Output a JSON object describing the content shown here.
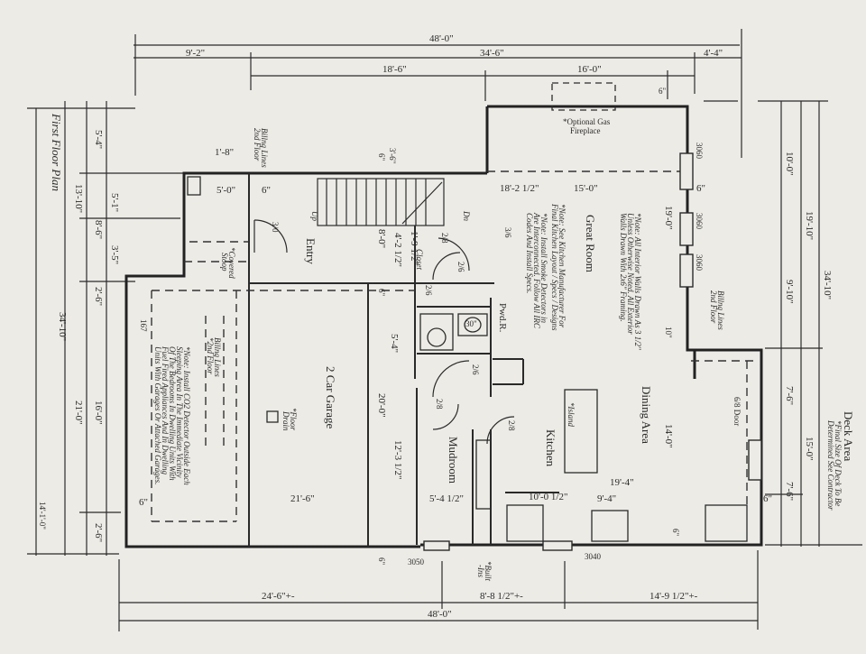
{
  "sheet_title": "First Floor Plan",
  "rooms": {
    "great_room": "Great Room",
    "dining_area": "Dining Area",
    "kitchen": "Kitchen",
    "island": "*Island",
    "mudroom": "Mudroom",
    "garage": "2 Car Garage",
    "pwd_r": "Pwd.R.",
    "entry": "Entry",
    "deck_area": "Deck Area",
    "closet": "Closet"
  },
  "labels": {
    "fireplace_1": "*Optional Gas",
    "fireplace_2": "Fireplace",
    "billing_2nd_floor_a1": "2nd Floor",
    "billing_2nd_floor_a2": "Billng Lines",
    "billing_2nd_floor_b1": "*2nd Floor",
    "billing_2nd_floor_b2": "Billng Lines",
    "billing_2nd_floor_c1": "2nd Floor",
    "billing_2nd_floor_c2": "Billng Lines",
    "covered_stoop_1": "*Covered",
    "covered_stoop_2": "Stoop",
    "floor_drain_1": "*Floor",
    "floor_drain_2": "Drain",
    "deck_note_1": "*Final Size Of Deck To Be",
    "deck_note_2": "Determined See Contractor",
    "built_ins_1": "*Built",
    "built_ins_2": "-Ins",
    "up": "Up",
    "dn": "Dn"
  },
  "notes": {
    "walls": [
      "*Note: All Interior Walls Drawn As 3 1/2\"",
      "Unless Otherwise Noted. All Exterior",
      "Walls Drawn With 2x6\" Framing."
    ],
    "kitchen": [
      "*Note: See Kitchen Manufacturer For",
      "Final Kitchen Layout / Specs / Designs"
    ],
    "smoke": [
      "*Note: Install Smoke Detectors in",
      "Are Interconnected. Follow All IRC",
      "Codes And Install Specs."
    ],
    "co2": [
      "*Note: Install CO2 Detector Outside Each",
      "Sleeping Area In The Immediate Vicinity",
      "Of The Bedrooms In Dwelling Units With",
      "Fuel Fired Appliances And In Dwelling",
      "Units With Garages Or Attached Garages."
    ]
  },
  "dimensions": {
    "overall_top": "48'-0\"",
    "top_a": "9'-2\"",
    "top_b": "34'-6\"",
    "top_c": "4'-4\"",
    "top_d": "18'-6\"",
    "top_e": "16'-0\"",
    "top_f": "6\"",
    "left_a": "5'-4\"",
    "left_b": "13'-10\"",
    "left_c": "5'-1\"",
    "left_d": "8'-6\"",
    "left_e": "3'-5\"",
    "left_f": "34'-10\"",
    "left_g": "2'-6\"",
    "left_h": "16'-0\"",
    "left_i": "21'-0\"",
    "left_j": "14'-1'-0\"",
    "left_k": "2'-6\"",
    "right_a": "10'-0\"",
    "right_b": "19'-10\"",
    "right_c": "34'-10\"",
    "right_d": "9'-10\"",
    "right_e": "7'-6\"",
    "right_f": "15'-0\"",
    "right_g": "7'-6\"",
    "bottom_a": "24'-6\"+-",
    "bottom_b": "8'-8 1/2\"+-",
    "bottom_c": "14'-9 1/2\"+-",
    "overall_bottom": "48'-0\"",
    "d_1_8": "1'-8\"",
    "d_5_0": "5'-0\"",
    "d_6in_a": "6\"",
    "d_3_6": "3'-6\"",
    "d_6in_b": "6\"",
    "d_18_2": "18'-2 1/2\"",
    "d_15_0": "15'-0\"",
    "d_6in_c": "6\"",
    "d_19_0": "19'-0\"",
    "d_8_0": "8'-0\"",
    "d_4_2": "4'-2 1/2\"",
    "d_1_9": "1'-9 1/2\"",
    "d_5_4a": "5'-4\"",
    "d_20_0": "20'-0\"",
    "d_12_3": "12'-3 1/2\"",
    "d_21_6": "21'-6\"",
    "d_6in_d": "6\"",
    "d_5_4b": "5'-4 1/2\"",
    "d_10_0": "10'-0 1/2\"",
    "d_9_4": "9'-4\"",
    "d_19_4": "19'-4\"",
    "d_14_0": "14'-0\"",
    "d_10in": "10\"",
    "d_6in_e": "6\"",
    "d_6in_f": "6\"",
    "d_6in_g": "6\"",
    "d_6in_h": "6\""
  },
  "doors": {
    "d3060a": "3060",
    "d3060b": "3060",
    "d3060c": "3060",
    "d3050": "3050",
    "d3040": "3040",
    "d68": "6/8 Door",
    "d30": "3/0",
    "d26a": "2/6",
    "d26b": "2/6",
    "d26c": "2/6",
    "d28a": "2/8",
    "d28b": "2/8",
    "d28c": "2/8",
    "d36": "3/6",
    "d167": "167",
    "d30b": "30\""
  }
}
